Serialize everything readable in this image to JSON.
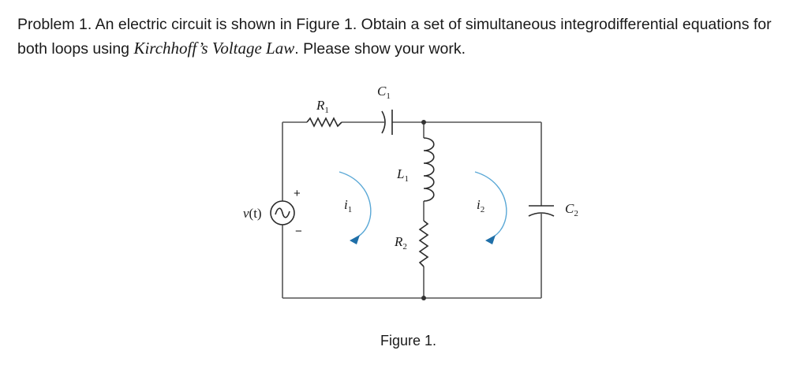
{
  "problem": {
    "prefix": "Problem 1. An electric circuit is shown in Figure 1. Obtain a set of simultaneous integrodifferential equations for both loops using ",
    "law": "Kirchhoff’s Voltage Law",
    "suffix": ". Please show your work."
  },
  "figure": {
    "caption": "Figure 1.",
    "source": {
      "symbol": "v",
      "arg": "(t)",
      "plus": "+",
      "minus": "−"
    },
    "R1": {
      "base": "R",
      "sub": "1"
    },
    "C1": {
      "base": "C",
      "sub": "1"
    },
    "L1": {
      "base": "L",
      "sub": "1"
    },
    "R2": {
      "base": "R",
      "sub": "2"
    },
    "C2": {
      "base": "C",
      "sub": "2"
    },
    "i1": {
      "base": "i",
      "sub": "1"
    },
    "i2": {
      "base": "i",
      "sub": "2"
    },
    "colors": {
      "wire": "#555555",
      "loop_arrow": "#5aa8d6",
      "arrowhead": "#1f6fa8"
    }
  }
}
